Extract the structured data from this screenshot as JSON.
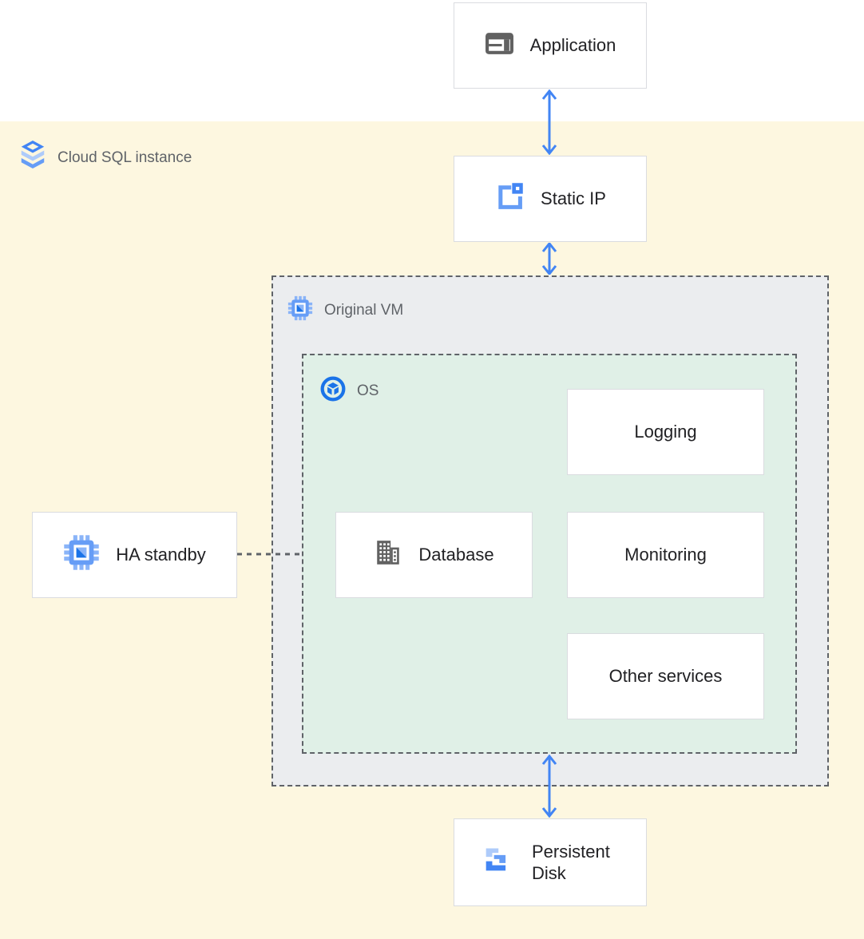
{
  "regions": {
    "cloud_sql": {
      "label": "Cloud SQL instance",
      "icon": "cloud-sql-icon",
      "bg": "#FDF7E0"
    },
    "original_vm": {
      "label": "Original VM",
      "icon": "compute-engine-icon",
      "bg": "#EBEDEF"
    },
    "os": {
      "label": "OS",
      "icon": "os-image-icon",
      "bg": "#E0F0E7"
    }
  },
  "nodes": {
    "application": {
      "label": "Application",
      "icon": "application-icon"
    },
    "static_ip": {
      "label": "Static IP",
      "icon": "static-ip-icon"
    },
    "ha_standby": {
      "label": "HA standby",
      "icon": "compute-engine-icon"
    },
    "database": {
      "label": "Database",
      "icon": "database-icon"
    },
    "logging": {
      "label": "Logging"
    },
    "monitoring": {
      "label": "Monitoring"
    },
    "other_services": {
      "label": "Other services"
    },
    "persistent_disk": {
      "label": "Persistent Disk",
      "icon": "persistent-disk-icon"
    }
  },
  "connections": [
    {
      "from": "application",
      "to": "static_ip",
      "style": "double-arrow",
      "color": "#4285F4"
    },
    {
      "from": "static_ip",
      "to": "original_vm",
      "style": "double-arrow",
      "color": "#4285F4"
    },
    {
      "from": "os",
      "to": "persistent_disk",
      "style": "double-arrow",
      "color": "#4285F4"
    },
    {
      "from": "ha_standby",
      "to": "os",
      "style": "dashed-line",
      "color": "#5F6368"
    }
  ],
  "colors": {
    "accent_blue": "#4285F4",
    "mid_blue": "#669DF6",
    "pale_blue": "#AECBFA",
    "dark_blue": "#1A73E8",
    "icon_gray": "#616161",
    "text_dark": "#212124",
    "text_gray": "#5F6368",
    "node_border": "#DADCE0",
    "dashed_border": "#5F6368",
    "bg_cream": "#FDF7E0",
    "bg_vm_gray": "#EBEDEF",
    "bg_os_green": "#E0F0E7"
  }
}
